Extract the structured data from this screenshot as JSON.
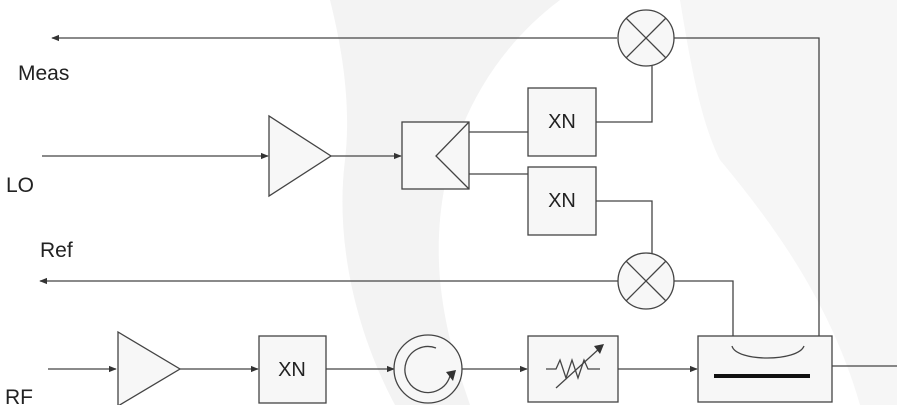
{
  "labels": {
    "meas": "Meas",
    "lo": "LO",
    "ref": "Ref",
    "rf": "RF"
  },
  "blocks": {
    "multiplier_lo_upper": "XN",
    "multiplier_lo_lower": "XN",
    "multiplier_rf": "XN"
  },
  "icons": [
    "amplifier-icon",
    "splitter-icon",
    "mixer-icon",
    "circulator-icon",
    "variable-attenuator-icon",
    "directional-coupler-icon"
  ],
  "colors": {
    "line": "#444444",
    "background": "#ffffff",
    "watermark": "#f3f3f3"
  }
}
